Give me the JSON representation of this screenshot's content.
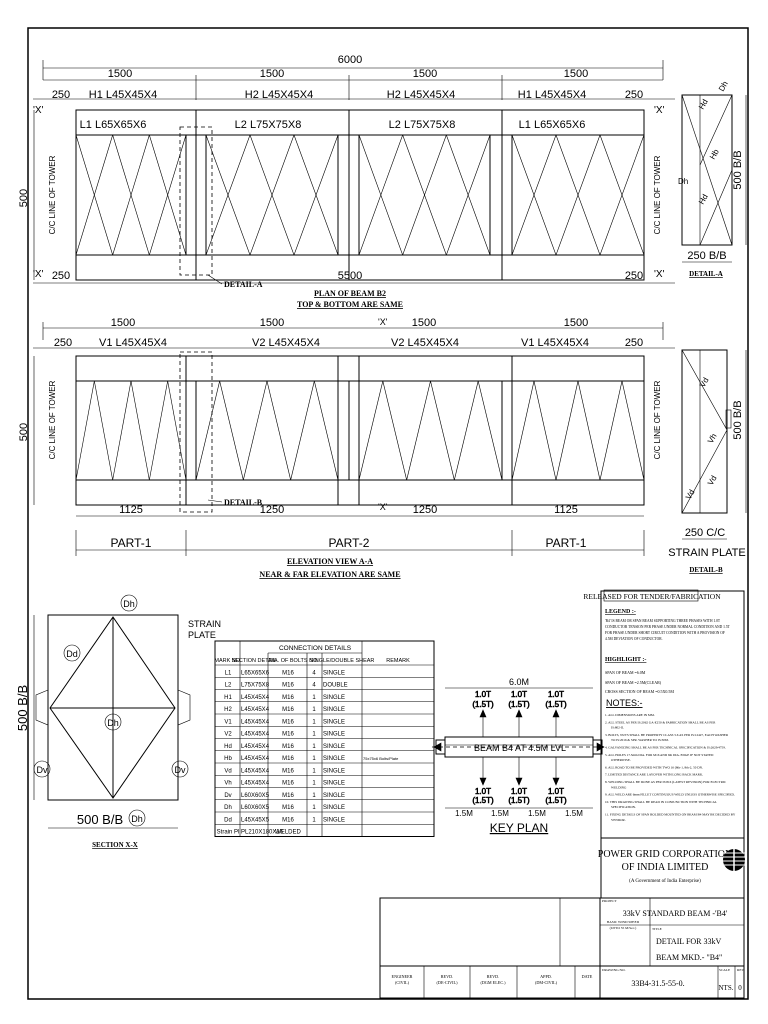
{
  "plan": {
    "overall": "6000",
    "spans": [
      "1500",
      "1500",
      "1500",
      "1500"
    ],
    "end_left": "250",
    "end_right": "250",
    "end_left_bottom": "250",
    "end_right_bottom": "250",
    "mid_bottom": "5500",
    "height": "500",
    "tower_line": "C/C LINE OF TOWER",
    "top_members": [
      "H1  L45X45X4",
      "H2  L45X45X4",
      "H2  L45X45X4",
      "H1  L45X45X4"
    ],
    "chord_members": [
      "L1  L65X65X6",
      "L2  L75X75X8",
      "L2  L75X75X8",
      "L1  L65X65X6"
    ],
    "detail_ref": "DETAIL-A",
    "title": "PLAN OF BEAM B2",
    "subtitle": "TOP & BOTTOM ARE SAME"
  },
  "detail_a": {
    "dim_h": "500  B/B",
    "dim_w": "250  B/B",
    "labels": [
      "Dh",
      "Hd",
      "Hb",
      "Hd",
      "Dh"
    ],
    "title": "DETAIL-A"
  },
  "elevation": {
    "spans": [
      "1500",
      "1500",
      "1500",
      "1500"
    ],
    "end_left": "250",
    "end_right": "250",
    "height": "500",
    "tower_line": "C/C LINE OF TOWER",
    "members": [
      "V1  L45X45X4",
      "V2  L45X45X4",
      "V2  L45X45X4",
      "V1  L45X45X4"
    ],
    "section_mark": "'X'",
    "bottom_dims": [
      "1125",
      "1250",
      "1250",
      "1125"
    ],
    "parts": [
      "PART-1",
      "PART-2",
      "PART-1"
    ],
    "detail_ref": "DETAIL-B",
    "title": "ELEVATION VIEW A-A",
    "subtitle": "NEAR & FAR ELEVATION ARE SAME"
  },
  "detail_b": {
    "dim_h": "500  B/B",
    "tower_line": "C/C LINE OF TOWER",
    "labels": [
      "Vd",
      "Vh",
      "Vd",
      "Vd"
    ],
    "dim_w": "250  C/C",
    "plate": "STRAIN PLATE",
    "title": "DETAIL-B"
  },
  "section_xx": {
    "top_label": "Dh",
    "labels": [
      "Dd",
      "Dh",
      "Dv",
      "Dv",
      "Dh"
    ],
    "dim_w": "500  B/B",
    "dim_h": "500  B/B",
    "plate": "STRAIN\nPLATE",
    "title": "SECTION X-X"
  },
  "table": {
    "group_header": "CONNECTION DETAILS",
    "headers": [
      "MARK NO.",
      "SECTION DETAIL",
      "DIA. OF BOLTS",
      "NO.",
      "SINGLE/DOUBLE SHEAR",
      "REMARK"
    ],
    "rows": [
      [
        "L1",
        "L65X65X6",
        "M16",
        "4",
        "SINGLE",
        ""
      ],
      [
        "L2",
        "L75X75X8",
        "M16",
        "4",
        "DOUBLE",
        ""
      ],
      [
        "H1",
        "L45X45X4",
        "M16",
        "1",
        "SINGLE",
        ""
      ],
      [
        "H2",
        "L45X45X4",
        "M16",
        "1",
        "SINGLE",
        ""
      ],
      [
        "V1",
        "L45X45X4",
        "M16",
        "1",
        "SINGLE",
        ""
      ],
      [
        "V2",
        "L45X45X4",
        "M16",
        "1",
        "SINGLE",
        ""
      ],
      [
        "Hd",
        "L45X45X4",
        "M16",
        "1",
        "SINGLE",
        ""
      ],
      [
        "Hb",
        "L45X45X4",
        "M16",
        "1",
        "SINGLE",
        "75x75x6 Bolts/Plate"
      ],
      [
        "Vd",
        "L45X45X4",
        "M16",
        "1",
        "SINGLE",
        ""
      ],
      [
        "Vh",
        "L45X45X4",
        "M16",
        "1",
        "SINGLE",
        ""
      ],
      [
        "Dv",
        "L60X60X5",
        "M16",
        "1",
        "SINGLE",
        ""
      ],
      [
        "Dh",
        "L60X60X5",
        "M16",
        "1",
        "SINGLE",
        ""
      ],
      [
        "Dd",
        "L45X45X5",
        "M16",
        "1",
        "SINGLE",
        ""
      ],
      [
        "Strain Pl",
        "PL210X180X16",
        "WELDED",
        "",
        "",
        ""
      ]
    ]
  },
  "key_plan": {
    "span": "6.0M",
    "loads_top": [
      "1.0T",
      "1.0T",
      "1.0T"
    ],
    "loads_top_b": [
      "(1.5T)",
      "(1.5T)",
      "(1.5T)"
    ],
    "loads_bottom": [
      "1.0T",
      "1.0T",
      "1.0T"
    ],
    "loads_bottom_b": [
      "(1.5T)",
      "(1.5T)",
      "(1.5T)"
    ],
    "beam_label": "BEAM B4 AT 4.5M LVL",
    "spacing": [
      "1.5M",
      "1.5M",
      "1.5M",
      "1.5M"
    ],
    "title": "KEY PLAN"
  },
  "notes": {
    "released": "RELEASED FOR TENDER/FABRICATION",
    "legend_title": "LEGEND :-",
    "legend_text": "'B4' IS BEAM OR SPAN BEAM SUPPORTING THREE PHASES WITH 1.0T CONDUCTOR TENSION PER PHASE UNDER NORMAL CONDITION AND 1.5T FOR PHASE UNDER SHORT CIRCUIT CONDITION WITH A PROVISION OF 4.5M DEVIATION OF CONDUCTOR.",
    "highlight_title": "HIGHLIGHT :-",
    "highlights": [
      "SPAN OF BEAM =6.0M",
      "SPAN OF BEAM =2.5M(CLEAR)",
      "CROSS SECTION OF BEAM =0.5X0.5M"
    ],
    "notes_title": "NOTES:-",
    "items": [
      "1. ALL DIMENSIONS ARE IN MM.",
      "2. ALL STEEL AS PER IS:2062 GA-E250 & FABRICATION SHALL BE AS PER IS:802-II.",
      "3. BOLTS, NUTS SHALL BE PROPERTY CLASS 5.6 AS PER IS:12427, EACH WASHER TO IS:2016 & SPR. WASHER TO IS:3063.",
      "4. GALVANIZING SHALL BE AS PER TECHNICAL SPECIFICATION & IS:2629/4759.",
      "5. ALL HOLES 17.5mm DIA. FOR M16 AND 6th DIA. EDGE IF NOT STATED OTHERWISE.",
      "6. ALL ROAD TO BE PROVIDED WITH TWO 16 (8th-1, 8th-2, 50 DN.",
      "7. LIMITED DISTANCE ARE LAYOVER WITH LONG BACK MARK.",
      "8. WELDING SHALL BE DONE AS PER IS:816 (LATEST REVISION) FOR ELECTRIC WELDING",
      "9. ALL WELD ARE 6mm FILLET CONTINUOUS WELD UNLESS OTHERWISE SPECIFIED.",
      "10. THIS DRAWING SHALL BE READ IN CONJUNCTION WITH TECHNICAL SPECIFICATION.",
      "11. FIXING DETAILS OF SPAN BOLDED MOUNTED ON BEAM B4 MAY BE DECIDED BY VENDOR."
    ]
  },
  "titleblock": {
    "company": "POWER GRID CORPORATION\nOF INDIA LIMITED",
    "company_sub": "(A Government of India Enterprise)",
    "project_label": "PROJECT",
    "project": "33kV STANDARD BEAM -'B4'",
    "wind_label": "BASIC WIND SPEED\n(UPTO 55 M/Sec.)",
    "title_label": "TITLE",
    "title": "DETAIL  FOR 33kV\nBEAM MKD.- \"B4\"",
    "drawing_label": "DRAWING NO.",
    "drawing_no": "33B4-31.5-55-0.",
    "scale_label": "SCALE",
    "scale": "NTS.",
    "rev_label": "REV.",
    "rev": "0",
    "signatures": [
      "ENGINEER\n(CIVIL)",
      "REVD.\n(DE-CIVIL)",
      "REVD.\n(DGM ELEC.)",
      "APPD.\n(DM-CIVIL)",
      "DATE"
    ]
  }
}
